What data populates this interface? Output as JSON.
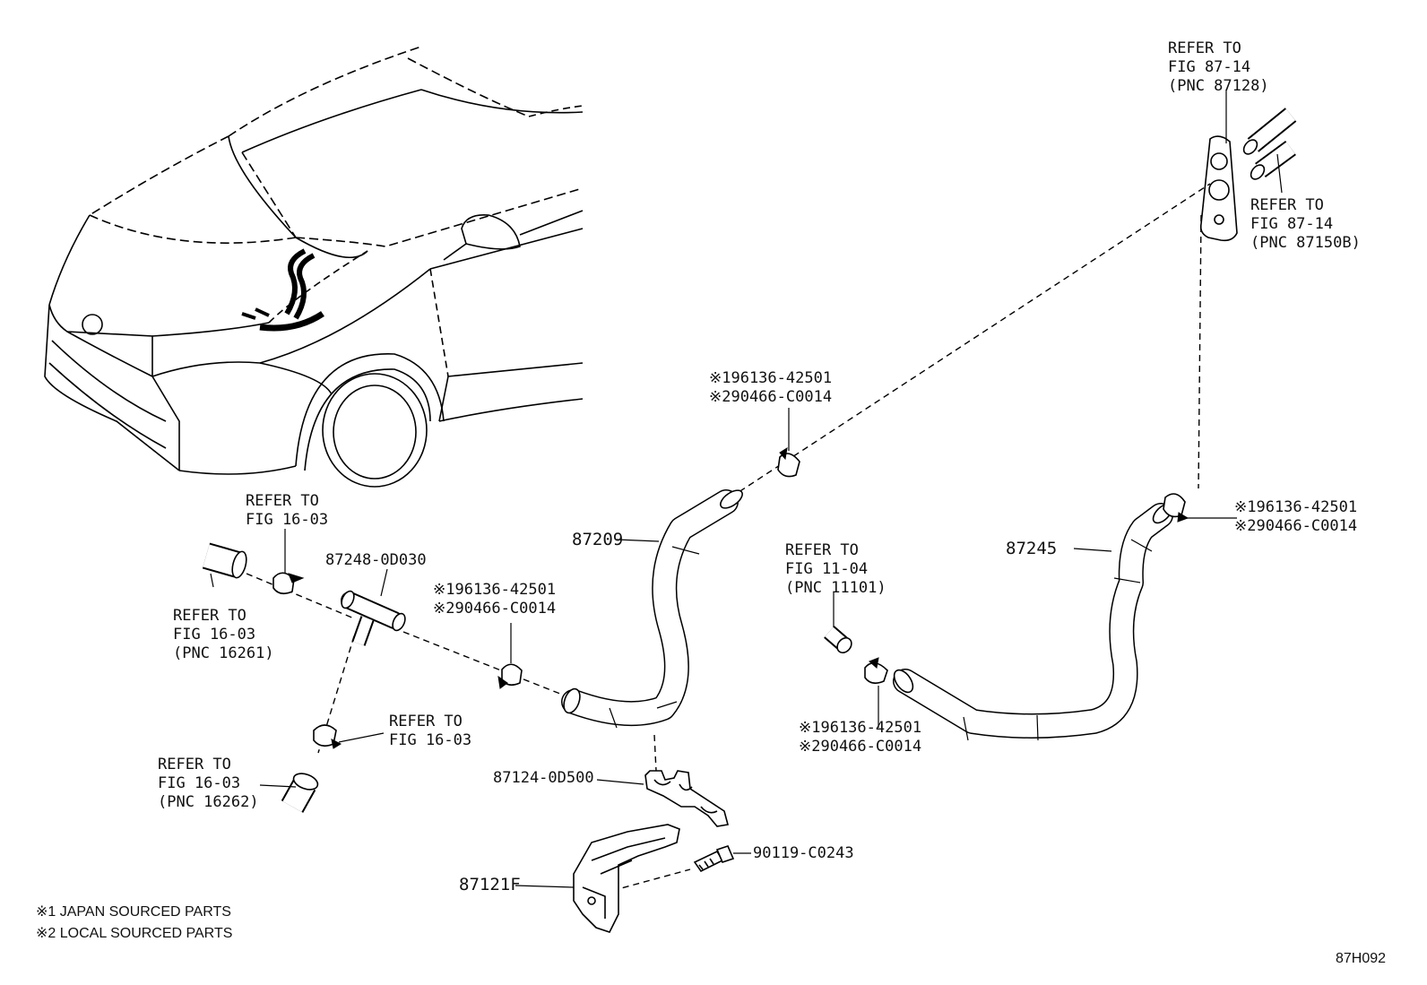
{
  "refer_labels": {
    "fig87_14_top": [
      "REFER TO",
      "FIG 87-14",
      "(PNC 87128)"
    ],
    "fig87_14_right": [
      "REFER TO",
      "FIG 87-14",
      "(PNC 87150B)"
    ],
    "fig16_03_top": [
      "REFER TO",
      "FIG 16-03"
    ],
    "fig16_03_left": [
      "REFER TO",
      "FIG 16-03",
      "(PNC 16261)"
    ],
    "fig16_03_mid": [
      "REFER TO",
      "FIG 16-03"
    ],
    "fig16_03_bottom": [
      "REFER TO",
      "FIG 16-03",
      "(PNC 16262)"
    ],
    "fig11_04": [
      "REFER TO",
      "FIG 11-04",
      "(PNC 11101)"
    ]
  },
  "clamp_labels": {
    "line1": "※196136-42501",
    "line2": "※290466-C0014"
  },
  "part_numbers": {
    "hose_87209": "87209",
    "hose_87245": "87245",
    "joint_87248": "87248-0D030",
    "clamp_87124": "87124-0D500",
    "bracket_87121f": "87121F",
    "bolt_90119": "90119-C0243"
  },
  "notes": {
    "note1": "※1 JAPAN SOURCED PARTS",
    "note2": "※2 LOCAL SOURCED PARTS"
  },
  "figure_id": "87H092"
}
